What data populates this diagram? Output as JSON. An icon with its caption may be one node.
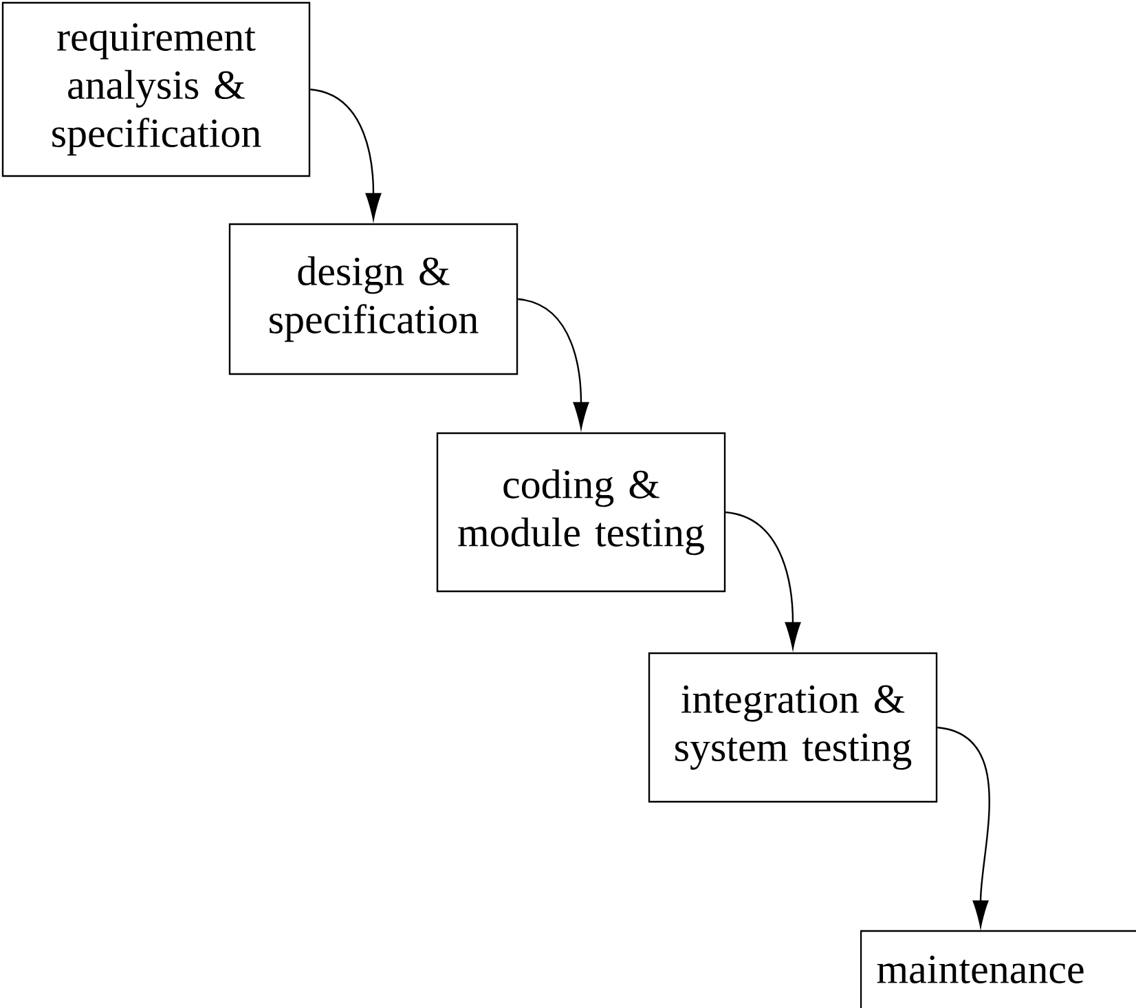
{
  "diagram": {
    "nodes": [
      {
        "text": [
          "requirement analysis & specification"
        ]
      },
      {
        "text": [
          "design & specification"
        ]
      },
      {
        "text": [
          "coding & module testing"
        ]
      },
      {
        "text": [
          "integration & system testing"
        ]
      },
      {
        "text": [
          "maintenance"
        ]
      }
    ],
    "edges": [
      {
        "from": 0,
        "to": 1,
        "arrow": "to"
      },
      {
        "from": 1,
        "to": 2,
        "arrow": "to"
      },
      {
        "from": 2,
        "to": 3,
        "arrow": "to"
      },
      {
        "from": 3,
        "to": 4,
        "arrow": "to"
      }
    ]
  }
}
